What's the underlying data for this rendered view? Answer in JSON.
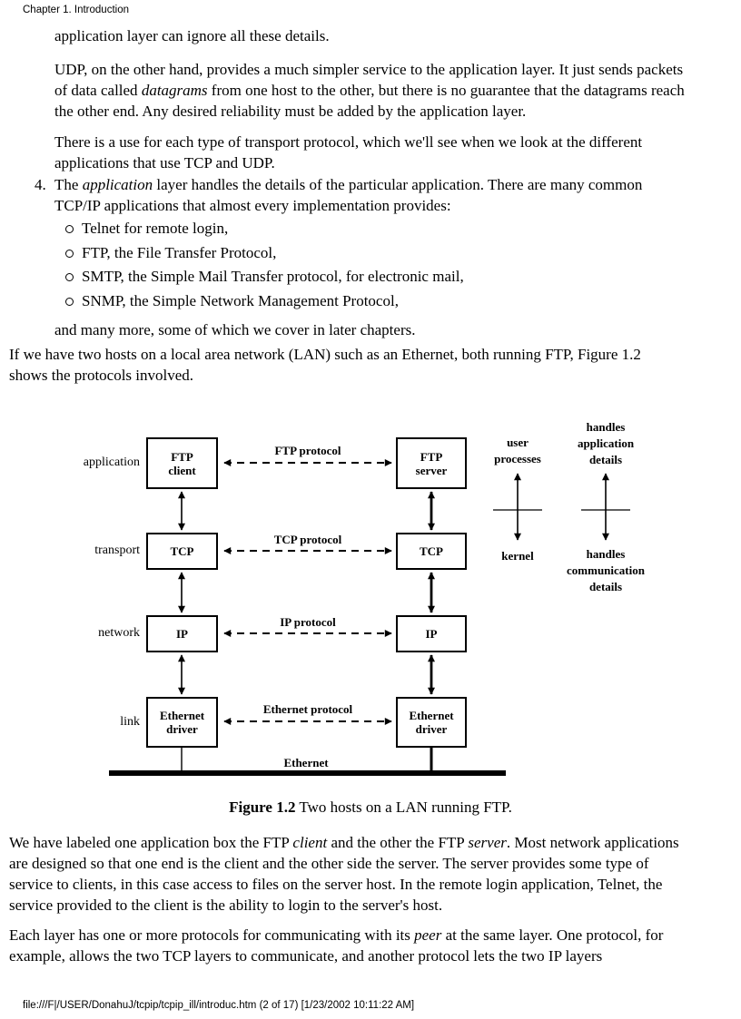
{
  "page": {
    "header": "Chapter 1. Introduction",
    "footer": "file:///F|/USER/DonahuJ/tcpip/tcpip_ill/introduc.htm (2 of 17) [1/23/2002 10:11:22 AM]",
    "background_color": "#ffffff",
    "ink_color": "#000000"
  },
  "content": {
    "p1": "application layer can ignore all these details.",
    "p2": [
      {
        "text": "UDP, on the other hand, provides a much simpler service to the application layer. It just sends packets\nof data called "
      },
      {
        "text": "datagrams",
        "italic": true
      },
      {
        "text": " from one host to the other, but there is no guarantee that the datagrams reach\nthe other end. Any desired reliability must be added by the application layer."
      }
    ],
    "p3": "There is a use for each type of transport protocol, which we'll see when we look at the different\napplications that use TCP and UDP.",
    "list_number": "4.",
    "list_item": [
      {
        "text": "The "
      },
      {
        "text": "application",
        "italic": true
      },
      {
        "text": " layer handles the details of the particular application. There are many common\nTCP/IP applications that almost every implementation provides:"
      }
    ],
    "bullet_icon": "circle-bullet",
    "bullets": [
      "Telnet for remote login,",
      "FTP, the File Transfer Protocol,",
      "SMTP, the Simple Mail Transfer protocol, for electronic mail,",
      "SNMP, the Simple Network Management Protocol,"
    ],
    "p4": "and many more, some of which we cover in later chapters.",
    "p5": "If we have two hosts on a local area network (LAN) such as an Ethernet, both running FTP, Figure 1.2\nshows the protocols involved.",
    "p6": [
      {
        "text": "We have labeled one application box the FTP "
      },
      {
        "text": "client",
        "italic": true
      },
      {
        "text": " and the other the FTP "
      },
      {
        "text": "server",
        "italic": true
      },
      {
        "text": ". Most network applications\nare designed so that one end is the client and the other side the server. The server provides some type of\nservice to clients, in this case access to files on the server host. In the remote login application, Telnet, the\nservice provided to the client is the ability to login to the server's host."
      }
    ],
    "p7": [
      {
        "text": "Each layer has one or more protocols for communicating with its "
      },
      {
        "text": "peer",
        "italic": true
      },
      {
        "text": " at the same layer. One protocol, for\nexample, allows the two TCP layers to communicate, and another protocol lets the two IP layers"
      }
    ]
  },
  "figure": {
    "caption_label": "Figure 1.2",
    "caption_text": " Two hosts on a LAN running FTP.",
    "row_labels": [
      "application",
      "transport",
      "network",
      "link"
    ],
    "left_boxes": [
      "FTP\nclient",
      "TCP",
      "IP",
      "Ethernet\ndriver"
    ],
    "right_boxes": [
      "FTP\nserver",
      "TCP",
      "IP",
      "Ethernet\ndriver"
    ],
    "protocol_labels": [
      "FTP protocol",
      "TCP protocol",
      "IP protocol",
      "Ethernet protocol"
    ],
    "bus_label": "Ethernet",
    "annotations": {
      "user_processes": "user\nprocesses",
      "kernel": "kernel",
      "handles_application": "handles\napplication\ndetails",
      "handles_communication": "handles\ncommunication\ndetails"
    }
  }
}
